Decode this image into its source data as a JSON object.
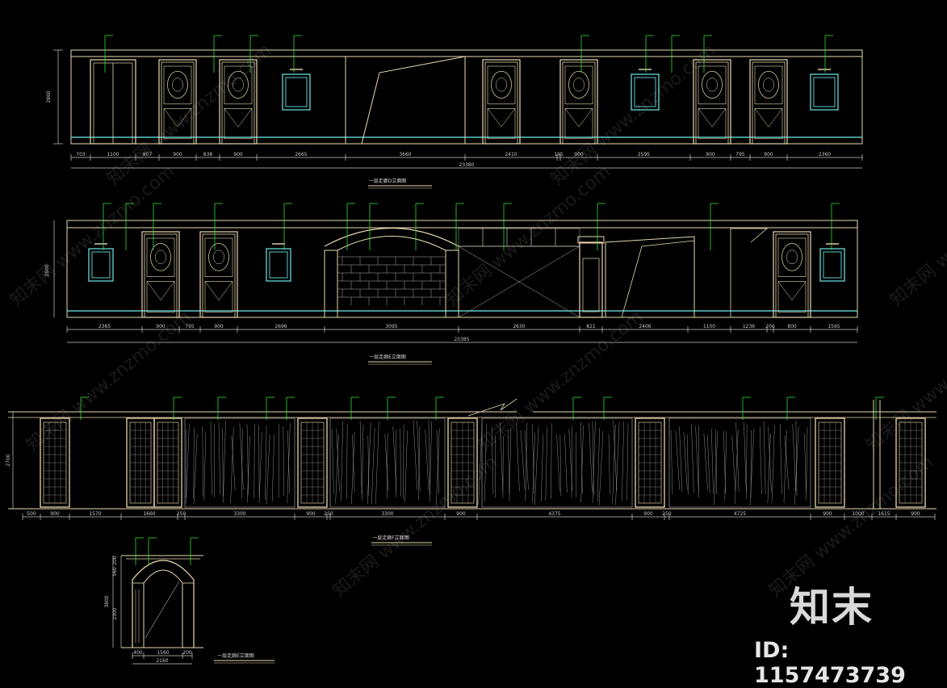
{
  "colors": {
    "wall": "#e8d8b0",
    "panel": "#5ec8c8",
    "leader": "#33dd33",
    "dimension": "#c8c8c8",
    "frame": "#d8c8a0",
    "hatch": "#b0b0b0"
  },
  "brand": {
    "logo_text": "知末",
    "id_text": "ID: 1157473739",
    "watermark": "知末网 www.znzmo.com"
  },
  "elevation_1": {
    "title": "一层走廊D立面图",
    "dims": [
      "703",
      "1100",
      "807",
      "900",
      "838",
      "900",
      "2665",
      "3660",
      "2410",
      "195",
      "900",
      "2595",
      "900",
      "795",
      "900",
      "2360"
    ],
    "total": "23380",
    "vdims": [
      "2860"
    ]
  },
  "elevation_2": {
    "title": "一层走廊E立面图",
    "dims": [
      "2365",
      "900",
      "795",
      "900",
      "2696",
      "3095",
      "2630",
      "821",
      "2406",
      "1100",
      "1236",
      "200",
      "800",
      "1565"
    ],
    "total": "23385",
    "vdims": [
      "2600"
    ]
  },
  "elevation_3": {
    "title": "一层走廊F立面图",
    "dims": [
      "500",
      "900",
      "1570",
      "1660",
      "250",
      "3300",
      "900",
      "250",
      "3300",
      "900",
      "4375",
      "900",
      "250",
      "4725",
      "900",
      "1000",
      "1615",
      "900"
    ],
    "vdims": [
      "2700"
    ]
  },
  "elevation_4": {
    "title": "一层走廊E立面图",
    "dims": [
      "400",
      "1560",
      "200"
    ],
    "total": "2160",
    "vdims": [
      "3800",
      "2300",
      "560",
      "200"
    ]
  }
}
